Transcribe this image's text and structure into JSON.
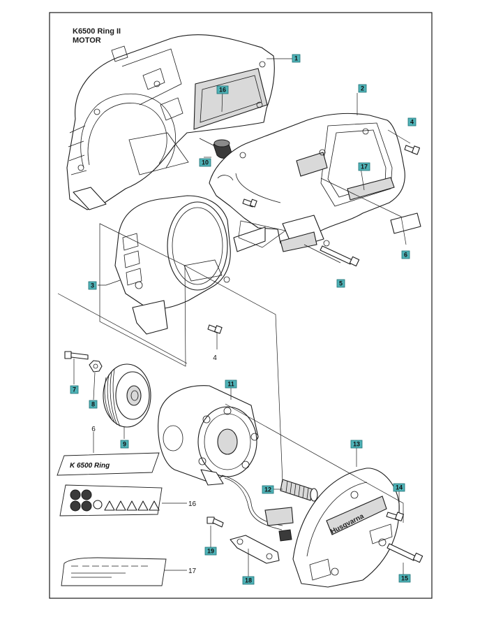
{
  "header": {
    "model": "K6500 Ring II",
    "section": "MOTOR"
  },
  "decal_texts": {
    "model_decal": "K 6500 Ring",
    "brand": "Husqvarna"
  },
  "parts": [
    {
      "id": "p1",
      "label": "1",
      "highlight": true
    },
    {
      "id": "p2",
      "label": "2",
      "highlight": true
    },
    {
      "id": "p3",
      "label": "3",
      "highlight": true
    },
    {
      "id": "p4a",
      "label": "4",
      "highlight": true
    },
    {
      "id": "p4b",
      "label": "4",
      "highlight": false
    },
    {
      "id": "p5",
      "label": "5",
      "highlight": true
    },
    {
      "id": "p6a",
      "label": "6",
      "highlight": true
    },
    {
      "id": "p6b",
      "label": "6",
      "highlight": false
    },
    {
      "id": "p7",
      "label": "7",
      "highlight": true
    },
    {
      "id": "p8",
      "label": "8",
      "highlight": true
    },
    {
      "id": "p9",
      "label": "9",
      "highlight": true
    },
    {
      "id": "p10",
      "label": "10",
      "highlight": true
    },
    {
      "id": "p11",
      "label": "11",
      "highlight": true
    },
    {
      "id": "p12",
      "label": "12",
      "highlight": true
    },
    {
      "id": "p13",
      "label": "13",
      "highlight": true
    },
    {
      "id": "p14",
      "label": "14",
      "highlight": true
    },
    {
      "id": "p15",
      "label": "15",
      "highlight": true
    },
    {
      "id": "p16a",
      "label": "16",
      "highlight": true
    },
    {
      "id": "p16b",
      "label": "16",
      "highlight": false
    },
    {
      "id": "p17a",
      "label": "17",
      "highlight": true
    },
    {
      "id": "p17b",
      "label": "17",
      "highlight": false
    },
    {
      "id": "p18",
      "label": "18",
      "highlight": true
    },
    {
      "id": "p19",
      "label": "19",
      "highlight": true
    }
  ],
  "colors": {
    "tag_fill": "#4fb3b8",
    "tag_border": "#1d6f74",
    "line": "#1a1a1a"
  }
}
